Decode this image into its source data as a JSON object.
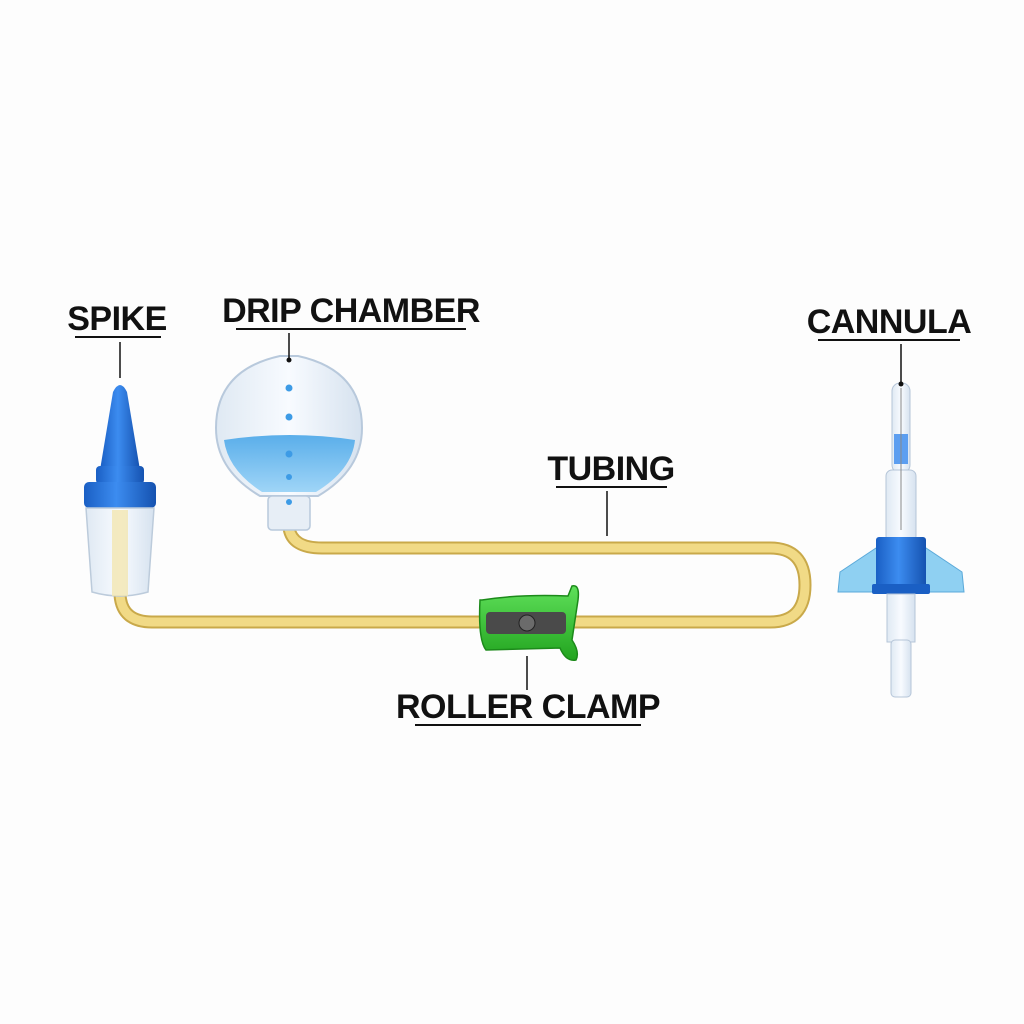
{
  "labels": {
    "spike": "SPIKE",
    "drip_chamber": "DRIP CHAMBER",
    "tubing": "TUBING",
    "roller_clamp": "ROLLER CLAMP",
    "cannula": "CANNULA"
  },
  "colors": {
    "blue": "#1f6fd6",
    "tubing": "#eed47a",
    "clamp": "#3ec93a",
    "fluid": "#6bb8ef"
  }
}
